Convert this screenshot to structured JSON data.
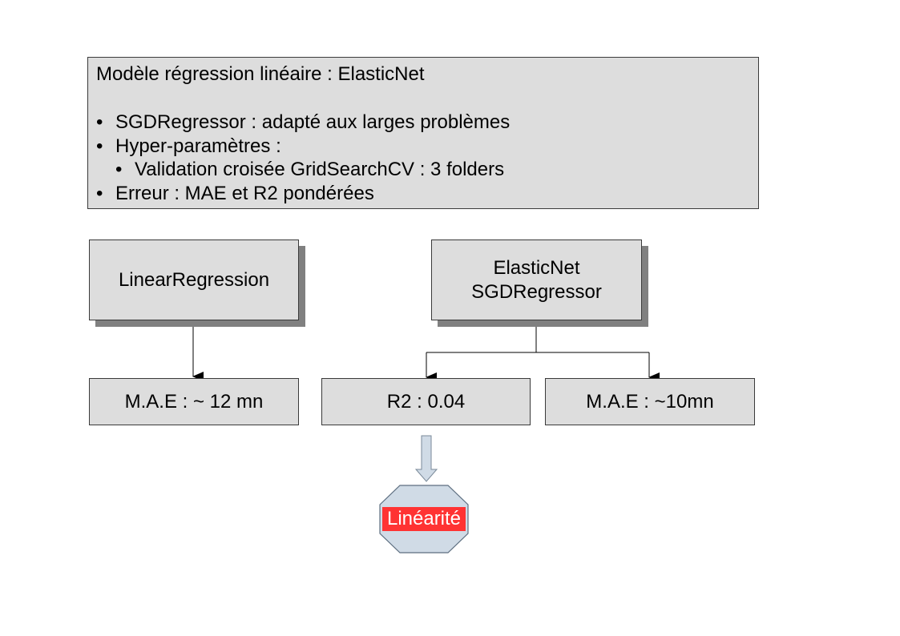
{
  "info_box": {
    "title": "Modèle régression linéaire : ElasticNet",
    "bullets": [
      "SGDRegressor : adapté aux larges problèmes",
      "Hyper-paramètres :",
      "Validation croisée GridSearchCV : 3 folders",
      "Erreur : MAE et R2 pondérées"
    ]
  },
  "models": {
    "linear": "LinearRegression",
    "elastic_line1": "ElasticNet",
    "elastic_line2": "SGDRegressor"
  },
  "results": {
    "linear_mae": "M.A.E : ~ 12 mn",
    "elastic_r2": "R2 : 0.04",
    "elastic_mae": "M.A.E : ~10mn"
  },
  "conclusion": {
    "label": "Linéarité"
  },
  "colors": {
    "box_fill": "#dddddd",
    "shadow": "#808080",
    "arrow_fill": "#d0dbe6",
    "stop_fill": "#d0dbe6",
    "label_highlight": "#ff3333"
  }
}
